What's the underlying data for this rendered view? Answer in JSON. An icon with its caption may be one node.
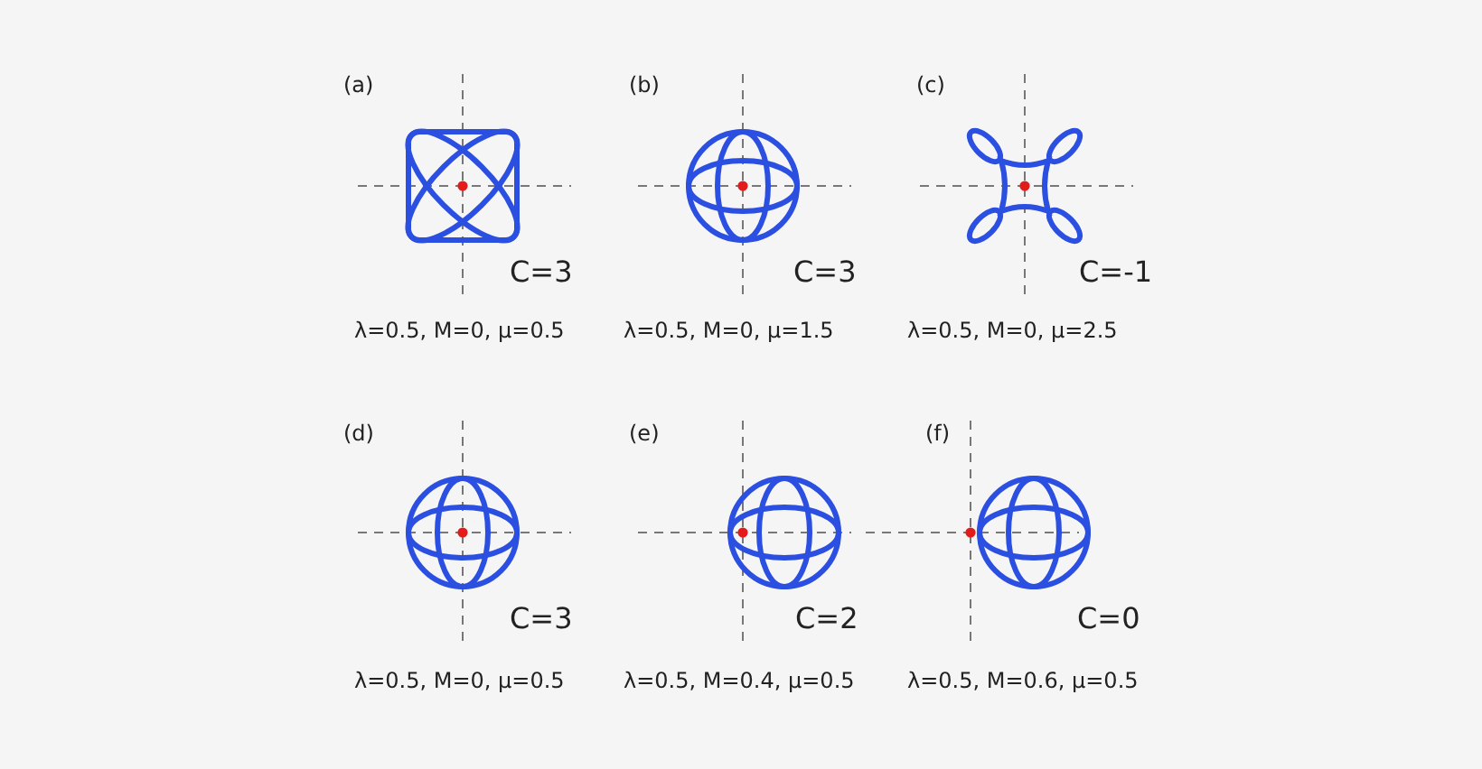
{
  "diagram": {
    "labels": [
      "(a)",
      "C=3",
      "λ=0.5, M=0, μ=0.5",
      "(b)",
      "C=3",
      "λ=0.5, M=0, μ=1.5",
      "(c)",
      "C=-1",
      "λ=0.5, M=0, μ=2.5",
      "(d)",
      "C=3",
      "λ=0.5, M=0, μ=0.5",
      "(e)",
      "C=2",
      "λ=0.5, M=0.4, μ=0.5",
      "(f)",
      "C=0",
      "λ=0.5, M=0.6, μ=0.5"
    ]
  }
}
